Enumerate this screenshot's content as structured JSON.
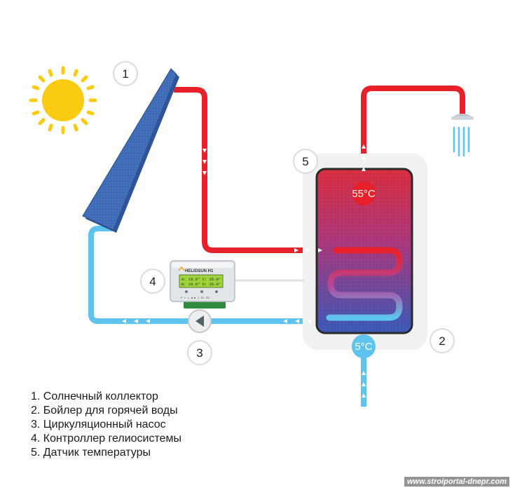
{
  "badges": {
    "collector": "1",
    "boiler": "2",
    "pump": "3",
    "controller": "4",
    "sensor": "5"
  },
  "temperatures": {
    "hot": "55°C",
    "cold": "5°C"
  },
  "controller": {
    "brand": "HELIOSUN H1",
    "lcd_line1": "A: 26.0°  C: 26.0°",
    "lcd_line2": "B: 26.0°  D: 26.0°",
    "buttons": "P ▾ ▴ ◀ ▶ │ R1 R2"
  },
  "legend": [
    "1. Солнечный коллектор",
    "2. Бойлер для горячей воды",
    "3. Циркуляционный насос",
    "4. Контроллер гелиосистемы",
    "5. Датчик температуры"
  ],
  "watermark": "www.stroiportal-dnepr.com",
  "colors": {
    "hot_pipe": "#e8202a",
    "cold_pipe": "#5ec4ee",
    "sun": "#fbcb12",
    "collector": "#3e6ab5",
    "tank_top": "#d72b3c",
    "tank_bottom": "#3857b6"
  },
  "icons": [
    "sun-icon",
    "solar-collector-icon",
    "shower-icon",
    "pump-arrow-icon"
  ]
}
